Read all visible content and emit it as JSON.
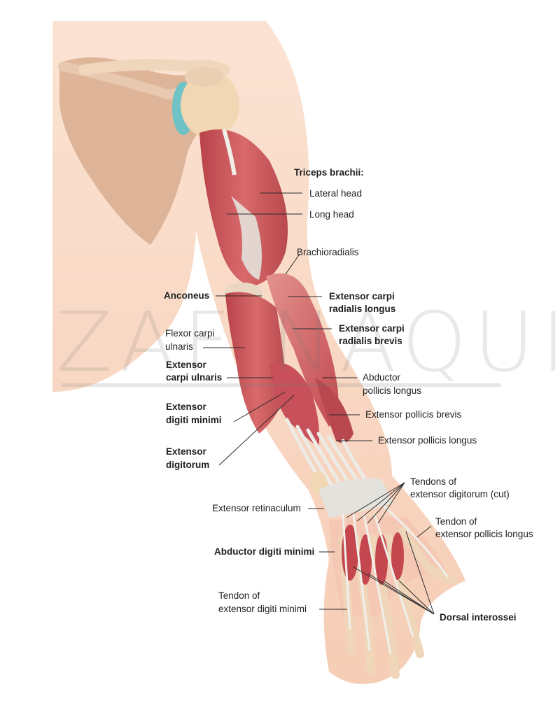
{
  "labels": {
    "triceps_title": "Triceps brachii:",
    "lateral_head": "Lateral head",
    "long_head": "Long head",
    "brachioradialis": "Brachioradialis",
    "anconeus": "Anconeus",
    "ecrl_1": "Extensor carpi",
    "ecrl_2": "radialis longus",
    "ecrb_1": "Extensor carpi",
    "ecrb_2": "radialis brevis",
    "fcu_1": "Flexor carpi",
    "fcu_2": "ulnaris",
    "ecu_1": "Extensor",
    "ecu_2": "carpi ulnaris",
    "apl_1": "Abductor",
    "apl_2": "pollicis longus",
    "edm_1": "Extensor",
    "edm_2": "digiti minimi",
    "epb": "Extensor pollicis brevis",
    "epl": "Extensor pollicis longus",
    "ed_1": "Extensor",
    "ed_2": "digitorum",
    "ted_1": "Tendons of",
    "ted_2": "extensor digitorum (cut)",
    "ret": "Extensor retinaculum",
    "tepl_1": "Tendon of",
    "tepl_2": "extensor pollicis longus",
    "adm": "Abductor digiti minimi",
    "tedm_1": "Tendon of",
    "tedm_2": "extensor digiti minimi",
    "di": "Dorsal interossei"
  },
  "watermark": "ZAF NAQUI",
  "colors": {
    "skin": "#f6d3bd",
    "muscle": "#c9555a",
    "muscle_light": "#e49a93",
    "bone": "#f1d7b3",
    "tendon": "#ecebe6",
    "cartilage": "#6fc2c6",
    "leader": "#2b2b2b"
  }
}
